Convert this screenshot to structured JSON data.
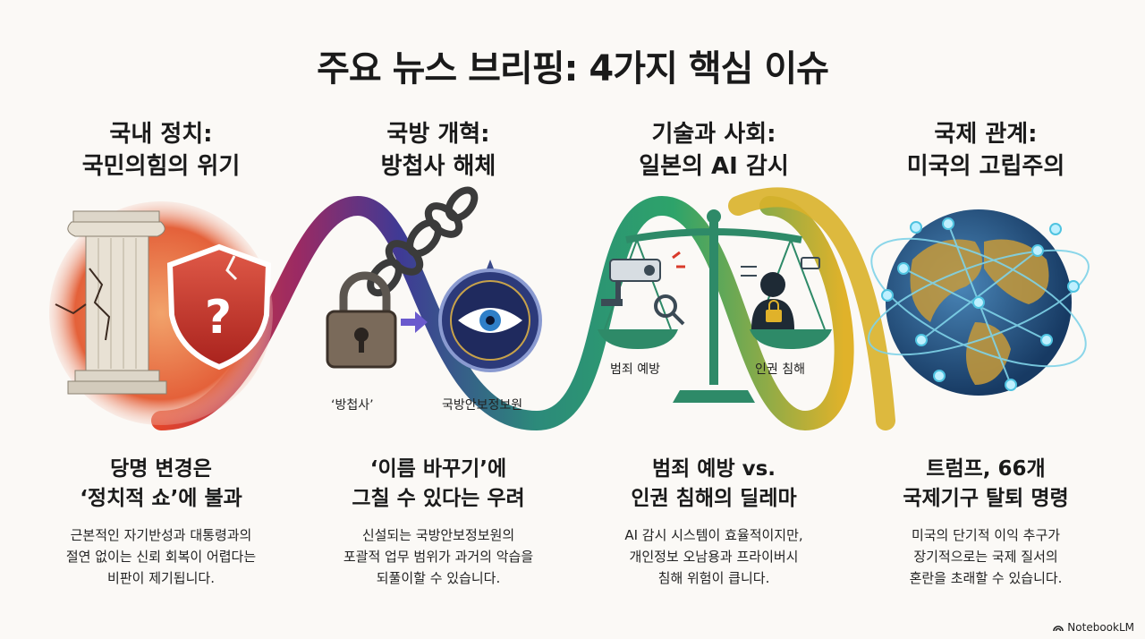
{
  "title": "주요 뉴스 브리핑: 4가지 핵심 이슈",
  "columns": [
    {
      "title_line1": "국내 정치:",
      "title_line2": "국민의힘의 위기",
      "head_line1": "당명 변경은",
      "head_line2": "‘정치적 쇼’에 불과",
      "body_line1": "근본적인 자기반성과 대통령과의",
      "body_line2": "절연 없이는 신뢰 회복이 어렵다는",
      "body_line3": "비판이 제기됩니다."
    },
    {
      "title_line1": "국방 개혁:",
      "title_line2": "방첩사 해체",
      "head_line1": "‘이름 바꾸기’에",
      "head_line2": "그칠 수 있다는 우려",
      "body_line1": "신설되는 국방안보정보원의",
      "body_line2": "포괄적 업무 범위가 과거의 악습을",
      "body_line3": "되풀이할 수 있습니다.",
      "label_left": "‘방첩사’",
      "label_right": "국방안보정보원"
    },
    {
      "title_line1": "기술과 사회:",
      "title_line2": "일본의 AI 감시",
      "head_line1": "범죄 예방 vs.",
      "head_line2": "인권 침해의 딜레마",
      "body_line1": "AI 감시 시스템이 효율적이지만,",
      "body_line2": "개인정보 오남용과 프라이버시",
      "body_line3": "침해 위험이 큽니다.",
      "label_left": "범죄 예방",
      "label_right": "인권 침해"
    },
    {
      "title_line1": "국제 관계:",
      "title_line2": "미국의 고립주의",
      "head_line1": "트럼프, 66개",
      "head_line2": "국제기구 탈퇴 명령",
      "body_line1": "미국의 단기적 이익 추구가",
      "body_line2": "장기적으로는 국제 질서의",
      "body_line3": "혼란을 초래할 수 있습니다."
    }
  ],
  "brand": "NotebookLM",
  "icons": [
    "broken-column-icon",
    "cracked-shield-question-icon",
    "rusted-padlock-chain-icon",
    "eye-compass-emblem-icon",
    "balance-scale-icon",
    "cctv-camera-icon",
    "person-lock-icon",
    "network-globe-icon"
  ]
}
